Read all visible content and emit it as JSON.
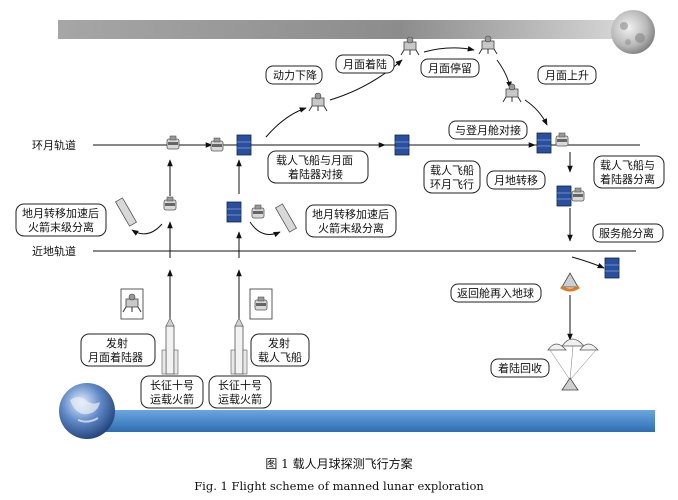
{
  "orbits": {
    "lunar": "环月轨道",
    "earth": "近地轨道"
  },
  "labels": {
    "powered_descent": "动力下降",
    "lunar_landing": "月面着陆",
    "lunar_stay": "月面停留",
    "lunar_ascent": "月面上升",
    "dock_ascender": "与登月舱对接",
    "crew_lander_dock_1": "载人飞船与月面",
    "crew_lander_dock_2": "着陆器对接",
    "crew_orbit_1": "载人飞船",
    "crew_orbit_2": "环月飞行",
    "crew_lander_sep_1": "载人飞船与",
    "crew_lander_sep_2": "着陆器分离",
    "tli_left_1": "地月转移加速后",
    "tli_left_2": "火箭末级分离",
    "tli_mid_1": "地月转移加速后",
    "tli_mid_2": "火箭末级分离",
    "trans_earth": "月地转移",
    "service_sep": "服务舱分离",
    "reentry": "返回舱再入地球",
    "landing": "着陆回收",
    "launch_lander_1": "发射",
    "launch_lander_2": "月面着陆器",
    "launch_crew_1": "发射",
    "launch_crew_2": "载人飞船",
    "rocket_left_1": "长征十号",
    "rocket_left_2": "运载火箭",
    "rocket_right_1": "长征十号",
    "rocket_right_2": "运载火箭"
  },
  "caption": {
    "cn": "图 1    载人月球探测飞行方案",
    "en": "Fig. 1    Flight scheme of manned lunar exploration"
  },
  "colors": {
    "top_band": "#8c8c8c",
    "bottom_band": "#3f80c2",
    "panel_blue": "#2a4f9c",
    "box_stroke": "#222222"
  }
}
